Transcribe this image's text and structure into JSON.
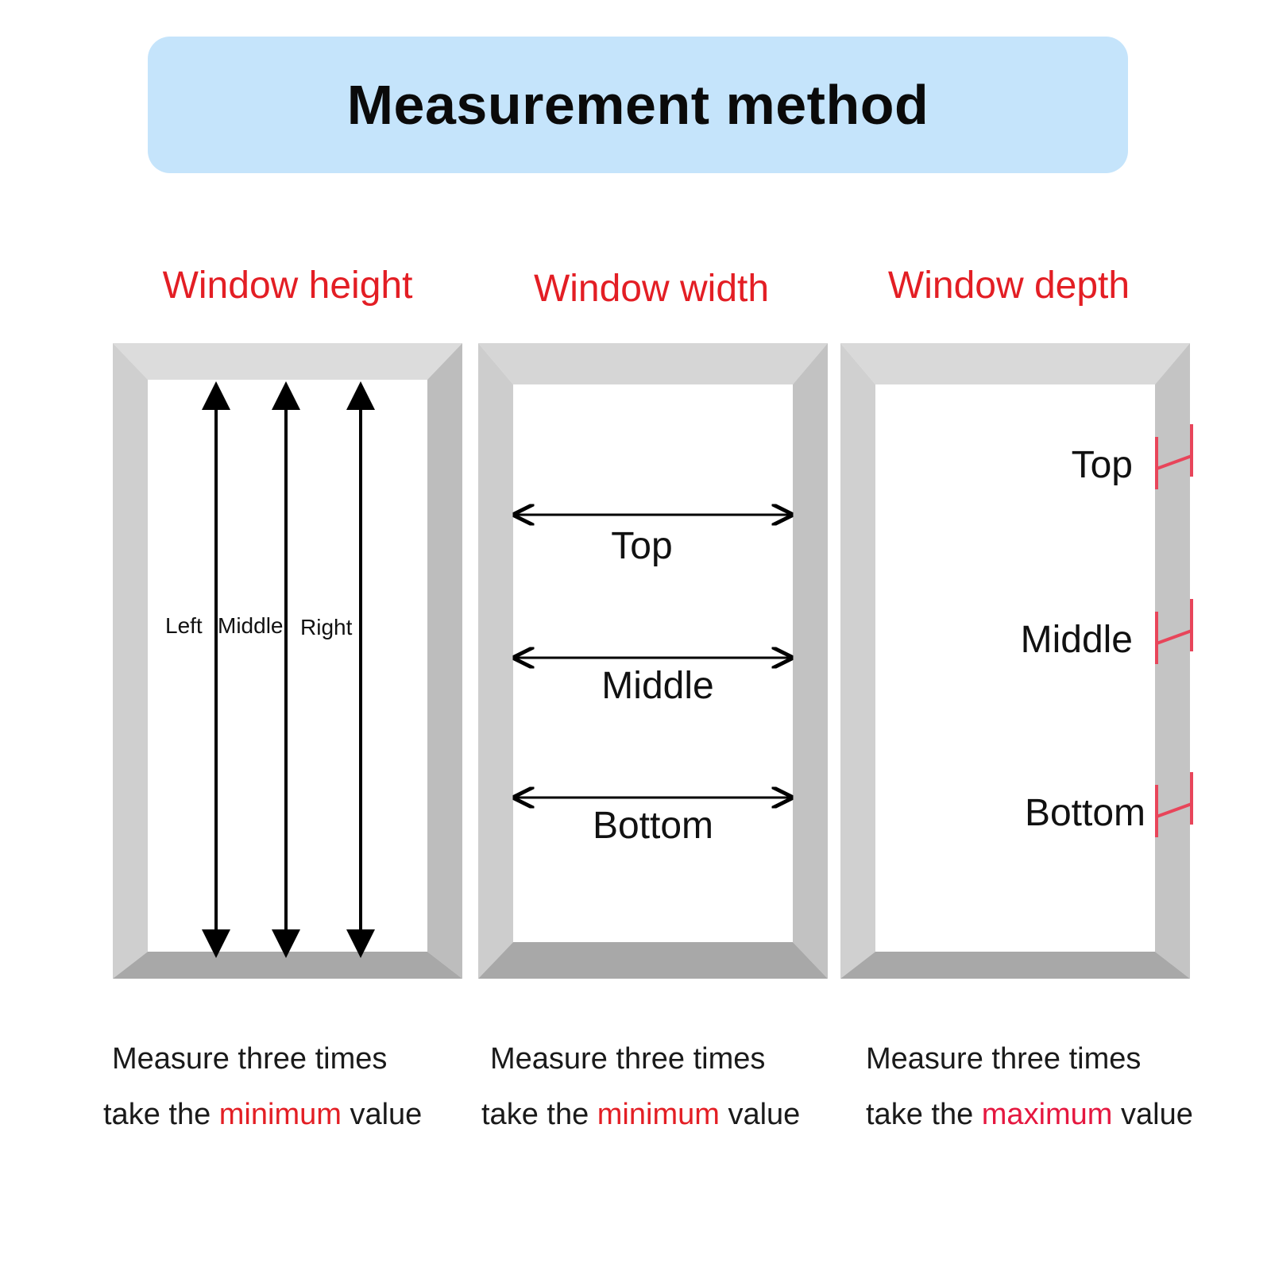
{
  "title": "Measurement method",
  "columns": [
    {
      "heading": "Window height",
      "labels": [
        "Left",
        "Middle",
        "Right"
      ],
      "caption_line1": "Measure three times",
      "caption_line2_prefix": "take the",
      "caption_line2_highlight": "minimum",
      "caption_line2_suffix": "value"
    },
    {
      "heading": "Window width",
      "labels": [
        "Top",
        "Middle",
        "Bottom"
      ],
      "caption_line1": "Measure three times",
      "caption_line2_prefix": "take the",
      "caption_line2_highlight": "minimum",
      "caption_line2_suffix": "value"
    },
    {
      "heading": "Window depth",
      "labels": [
        "Top",
        "Middle",
        "Bottom"
      ],
      "caption_line1": "Measure three times",
      "caption_line2_prefix": "take the",
      "caption_line2_highlight": "maximum",
      "caption_line2_suffix": "value"
    }
  ],
  "colors": {
    "banner": "#c5e4fb",
    "heading": "#e31e24",
    "frame_light": "#d9d9d9",
    "frame_dark": "#a9a9a9",
    "depth_marker": "#e8455a",
    "arrow": "#000000"
  }
}
